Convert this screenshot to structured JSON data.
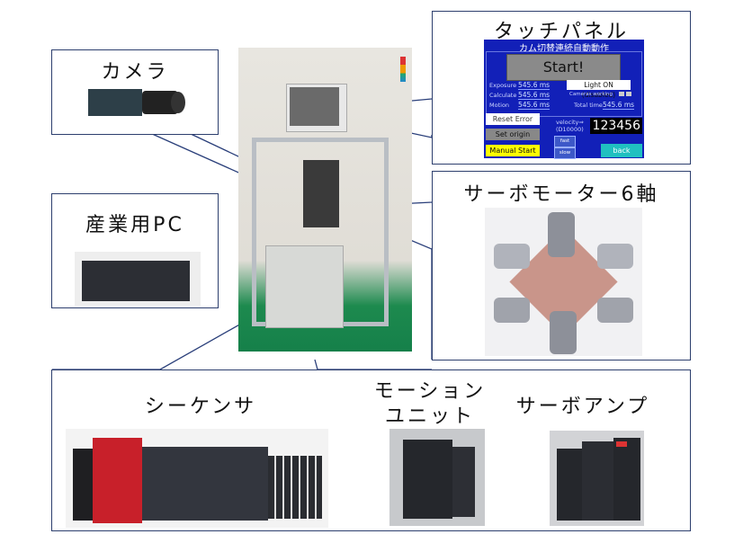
{
  "boxes": {
    "camera": {
      "title": "カメラ"
    },
    "industrial_pc": {
      "title": "産業用PC"
    },
    "touch_panel": {
      "title": "タッチパネル"
    },
    "servo_motor": {
      "title": "サーボモーター6軸"
    },
    "sequencer": {
      "title": "シーケンサ"
    },
    "motion_unit": {
      "title_line1": "モーション",
      "title_line2": "ユニット"
    },
    "servo_amp": {
      "title": "サーボアンプ"
    }
  },
  "touch_panel_screen": {
    "title": "カム切替連続自動動作",
    "start_label": "Start!",
    "exposure_label": "Exposure",
    "exposure_value": "545.6 ms",
    "calculate_label": "Calculate",
    "calculate_value": "545.6 ms",
    "motion_label": "Motion",
    "motion_value": "545.6 ms",
    "light_label": "Light ON (disabled)",
    "cameras_working_label": "Cameras working",
    "total_time_label": "Total time",
    "total_time_value": "545.6 ms",
    "reset_error_label": "Reset Error",
    "set_origin_label": "Set origin",
    "manual_start_label": "Manual Start",
    "velocity_label": "velocity⇒",
    "velocity_register": "(D10000)",
    "velocity_value": "123456",
    "fast_label": "fast",
    "slow_label": "slow",
    "back_label": "back"
  },
  "colors": {
    "box_border": "#2d3f6e",
    "connector_line": "#2a3f7a",
    "panel_bg": "#1220b8",
    "manual_start_bg": "#ffff00",
    "back_bg": "#20c0c0"
  }
}
